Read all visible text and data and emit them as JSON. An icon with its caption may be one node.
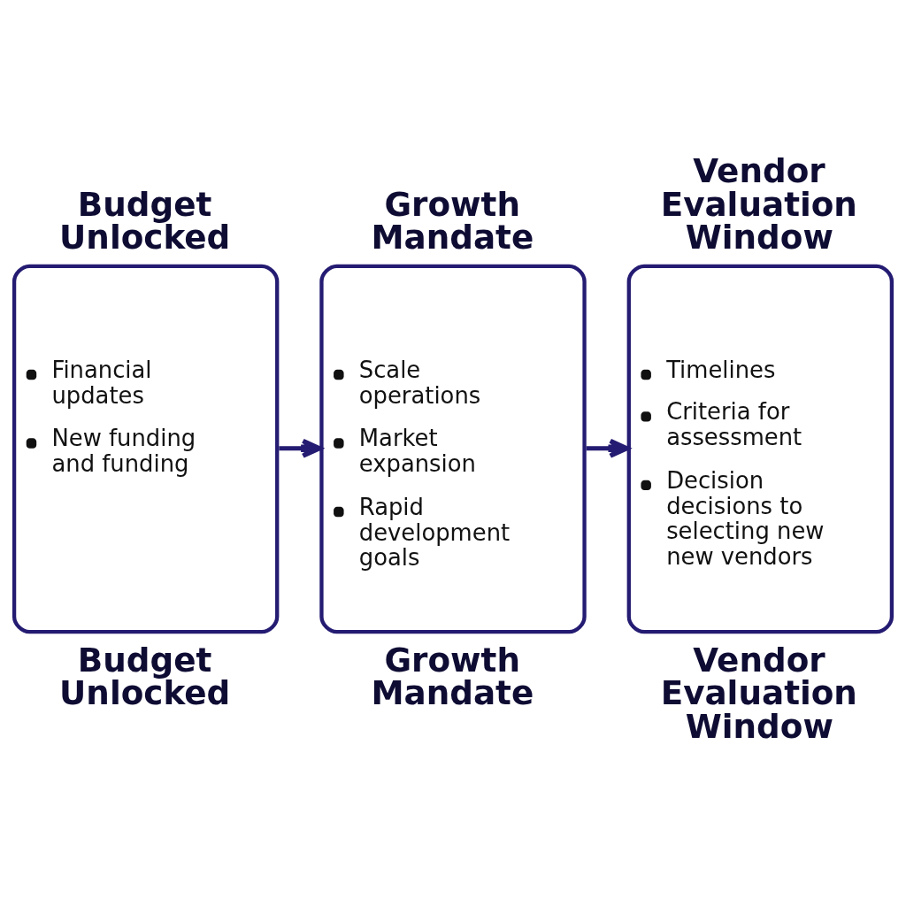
{
  "diagram": {
    "nodes": [
      {
        "text": [
          "Budget Unlocked",
          "Financial updates",
          "New funding and funding"
        ],
        "beside": [
          "Budget Unlocked"
        ]
      },
      {
        "text": [
          "Growth Mandate",
          "Scale operations",
          "Market expansion",
          "Rapid development goals"
        ],
        "beside": [
          "Growth Mandate"
        ]
      },
      {
        "text": [
          "Vendor Evaluation Window",
          "Timelines",
          "Criteria for assessment",
          "Decision decisions to selecting new new vendors"
        ],
        "beside": [
          "Vendor Evaluation Window"
        ]
      }
    ],
    "edges": [
      {
        "from": 0,
        "to": 1,
        "arrow": "to"
      },
      {
        "from": 1,
        "to": 2,
        "arrow": "to"
      }
    ]
  }
}
